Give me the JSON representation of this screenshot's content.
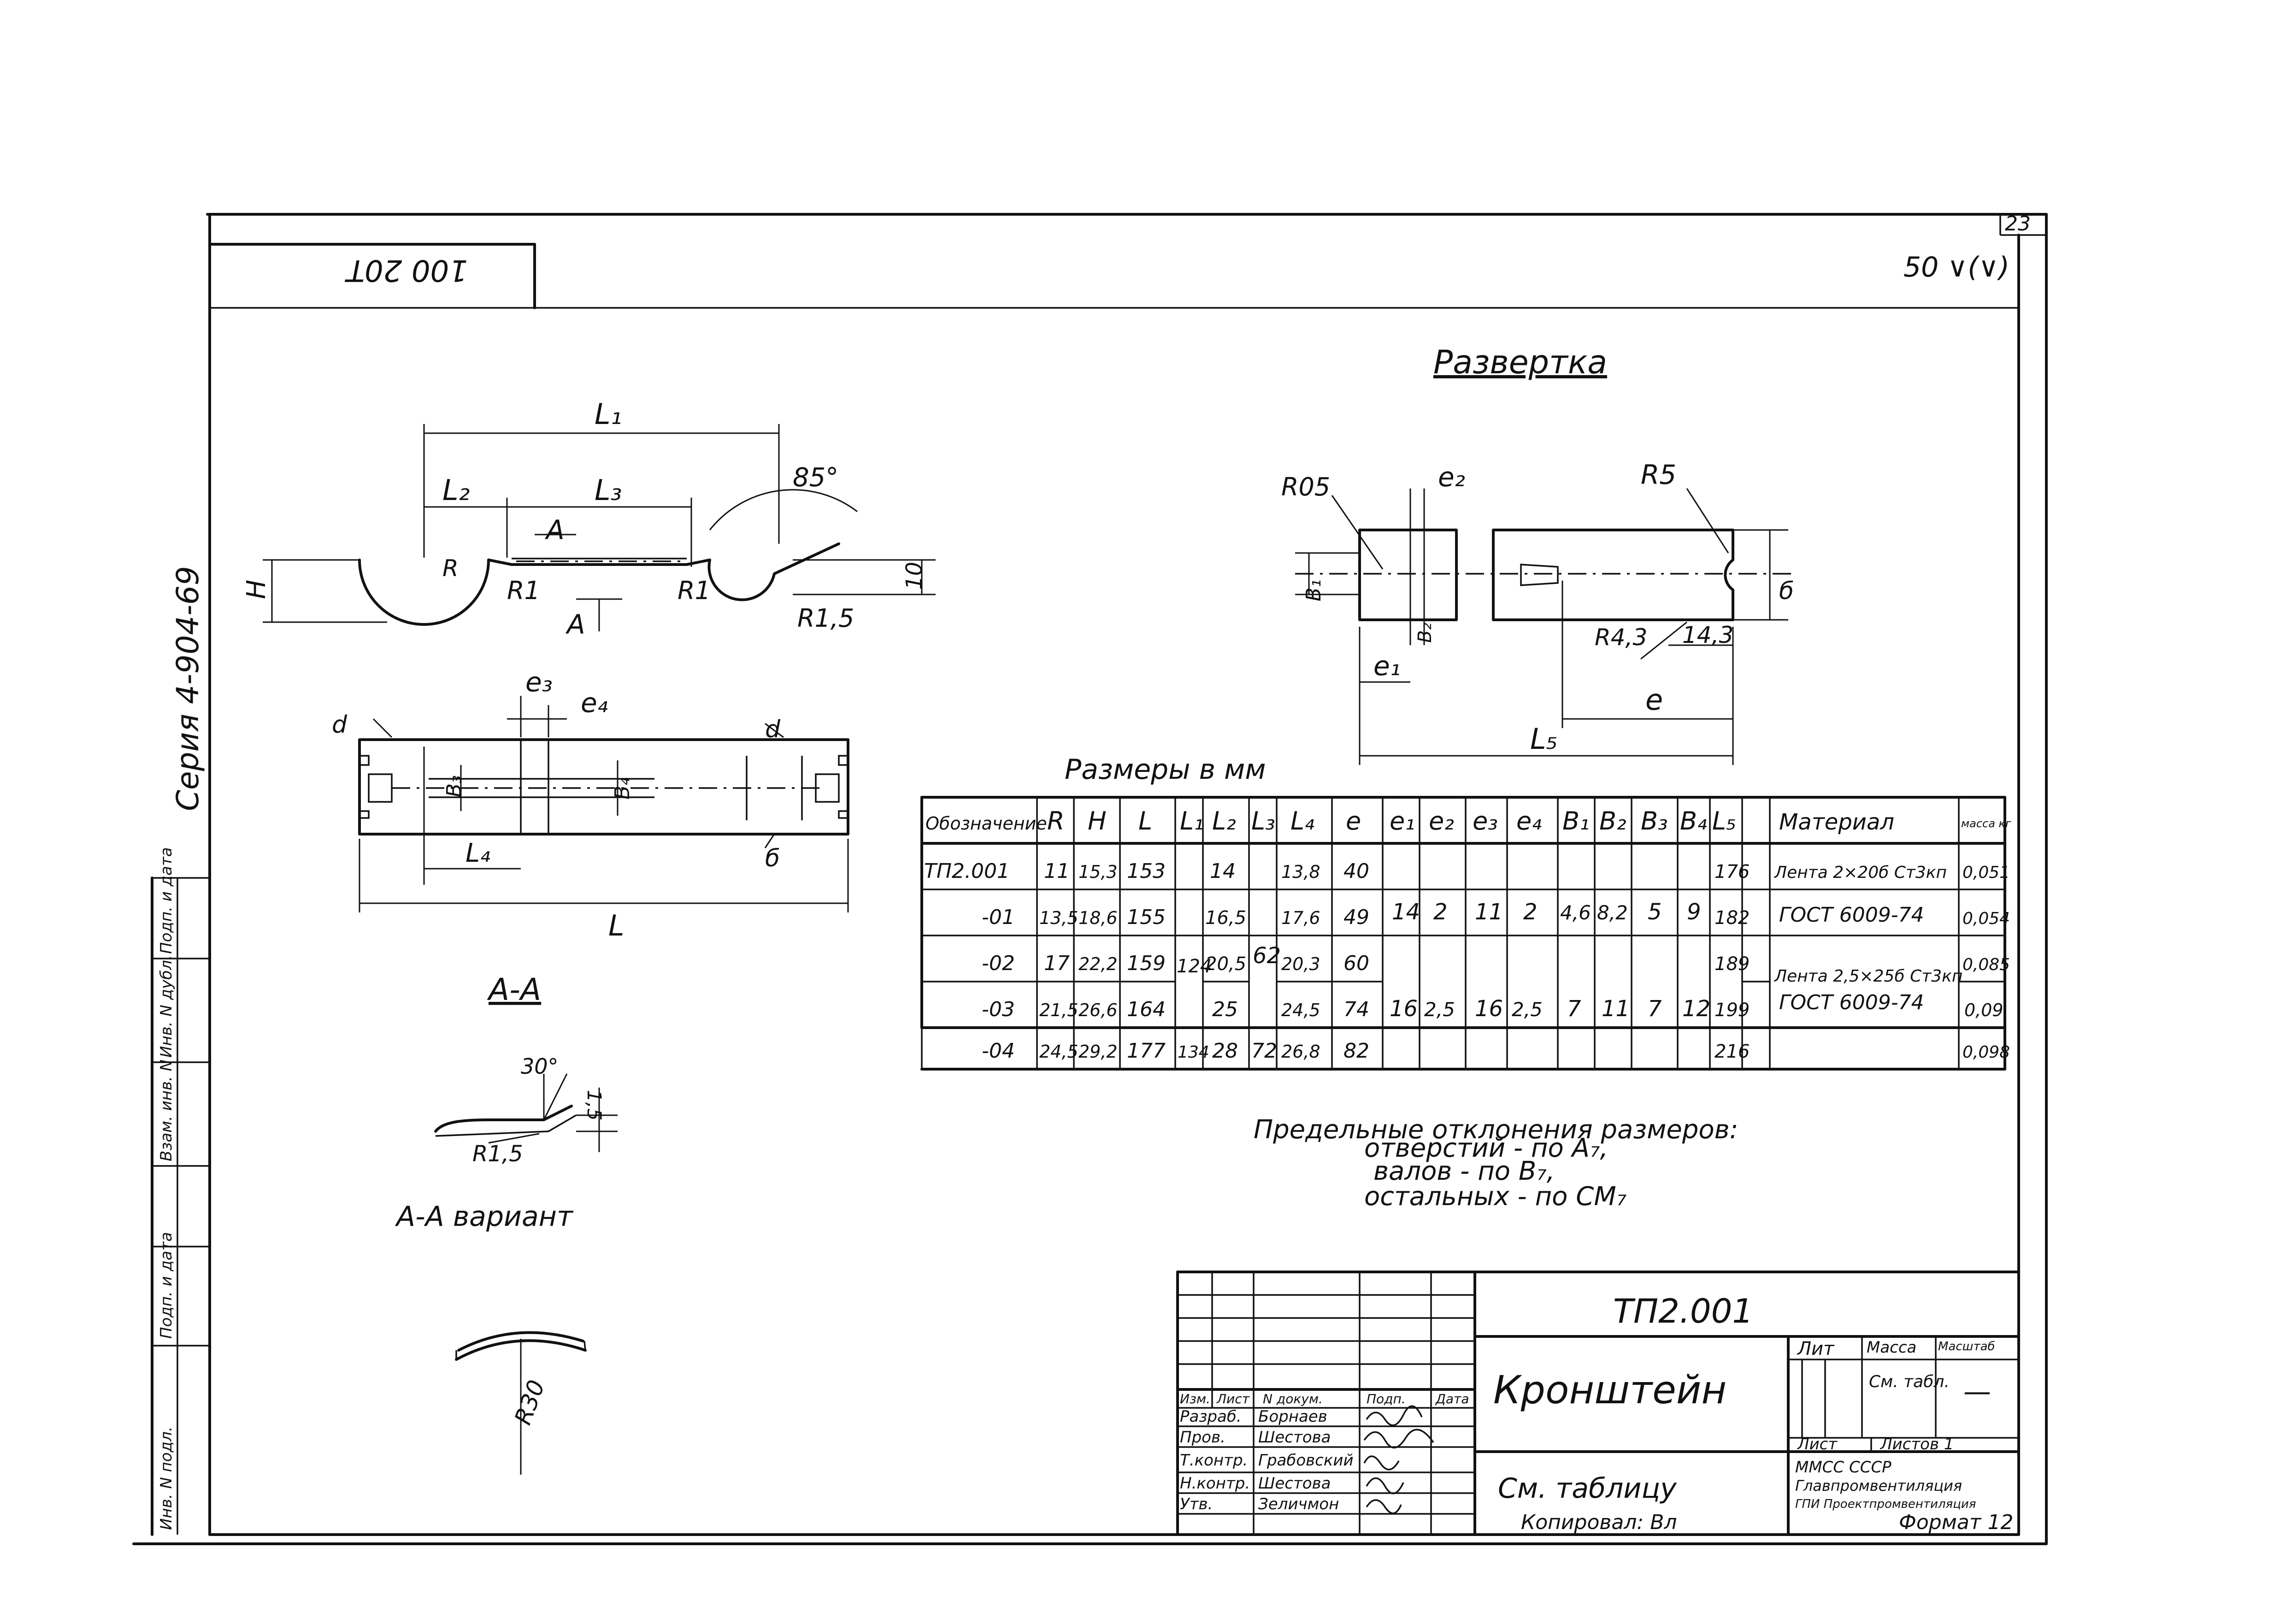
{
  "frame": {
    "sheet_number": "23",
    "stamp_mirror": "100 20Т",
    "series": "Серия  4-904-69",
    "surface_finish": "50 ∨(∨)"
  },
  "side_stamps": [
    "Подп. и дата",
    "Инв. N дубл.",
    "Взам. инв. N",
    "Подп. и дата",
    "Инв. N подл."
  ],
  "views": {
    "unfold_title": "Развертка",
    "section_aa": "А-А",
    "section_aa_variant": "А-А вариант",
    "dims": {
      "L1": "L₁",
      "L2": "L₂",
      "L3": "L₃",
      "L4": "L₄",
      "L": "L",
      "L5": "L₅",
      "H": "H",
      "A": "А",
      "R": "R",
      "R1": "R1",
      "R1b": "R1",
      "R15": "R1,5",
      "ten": "10",
      "angle85": "85°",
      "e3": "e₃",
      "e4": "e₄",
      "b3": "В₃",
      "b4": "В₄",
      "d": "d",
      "R05": "R05",
      "e2": "e₂",
      "R5": "R5",
      "b1": "В₁",
      "b2": "В₂",
      "e1": "e₁",
      "R43": "R4,3",
      "r143": "14,3",
      "e": "e",
      "b": "б",
      "angle30": "30°",
      "t15": "1,5",
      "R15b": "R1,5",
      "R30": "R30"
    }
  },
  "table": {
    "caption": "Размеры в мм",
    "headers": [
      "Обозначение",
      "R",
      "H",
      "L",
      "L₁",
      "L₂",
      "L₃",
      "L₄",
      "e",
      "e₁",
      "e₂",
      "e₃",
      "e₄",
      "B₁",
      "B₂",
      "B₃",
      "B₄",
      "L₅",
      "Материал",
      "масса кг"
    ],
    "rows": [
      {
        "designation": "ТП2.001",
        "R": "11",
        "H": "15,3",
        "L": "153",
        "L2": "14",
        "L4": "13,8",
        "e": "40",
        "L5": "176",
        "material": "Лента 2×20б Ст3кп",
        "mass": "0,051"
      },
      {
        "designation": "-01",
        "R": "13,5",
        "H": "18,6",
        "L": "155",
        "L2": "16,5",
        "L4": "17,6",
        "e": "49",
        "L5": "182",
        "material": "ГОСТ 6009-74",
        "mass": "0,054"
      },
      {
        "designation": "-02",
        "R": "17",
        "H": "22,2",
        "L": "159",
        "L2": "20,5",
        "L4": "20,3",
        "e": "60",
        "L5": "189",
        "material": "Лента 2,5×25б Ст3кп",
        "mass": "0,085"
      },
      {
        "designation": "-03",
        "R": "21,5",
        "H": "26,6",
        "L": "164",
        "L2": "25",
        "L4": "24,5",
        "e": "74",
        "L5": "199",
        "material": "ГОСТ 6009-74",
        "mass": "0,09"
      },
      {
        "designation": "-04",
        "R": "24,5",
        "H": "29,2",
        "L": "177",
        "L2": "28",
        "L4": "26,8",
        "e": "82",
        "L5": "216",
        "material": "",
        "mass": "0,098"
      }
    ],
    "group1": {
      "e1": "14",
      "e2": "2",
      "e3": "11",
      "e4": "2",
      "b1": "4,6",
      "b2": "8,2",
      "b3": "5",
      "b4": "9"
    },
    "group2": {
      "e1": "16",
      "e2": "2,5",
      "e3": "16",
      "e4": "2,5",
      "b1": "7",
      "b2": "11",
      "b3": "7",
      "b4": "12"
    },
    "merged": {
      "L1_top": "124",
      "L1_last": "134",
      "L3_top": "62",
      "L3_last": "72"
    }
  },
  "notes": {
    "title": "Предельные отклонения размеров:",
    "line1": "отверстий - по А₇,",
    "line2": "валов - по В₇,",
    "line3": "остальных - по СМ₇"
  },
  "title_block": {
    "code": "ТП2.001",
    "name": "Кронштейн",
    "material_ref": "См. таблицу",
    "lit_label": "Лит",
    "mass_label": "Масса",
    "scale_label": "Масштаб",
    "mass_value": "См. табл.",
    "scale_value": "—",
    "sheet_label": "Лист",
    "sheets_label": "Листов 1",
    "org1": "ММСС                СССР",
    "org2": "Главпромвентиляция",
    "org3": "ГПИ Проектпромвентиляция",
    "header_row": [
      "Изм.",
      "Лист",
      "N докум.",
      "Подп.",
      "Дата"
    ],
    "roles": [
      {
        "role": "Разраб.",
        "name": "Борнаев"
      },
      {
        "role": "Пров.",
        "name": "Шестова"
      },
      {
        "role": "Т.контр.",
        "name": "Грабовский"
      },
      {
        "role": "Н.контр.",
        "name": "Шестова"
      },
      {
        "role": "Утв.",
        "name": "Зеличмон"
      }
    ],
    "copied": "Копировал: Вл",
    "format": "Формат 12"
  }
}
